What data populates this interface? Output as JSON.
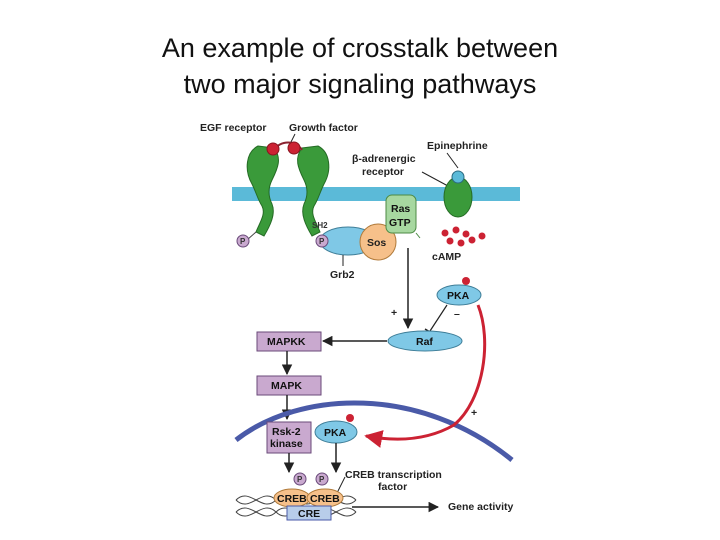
{
  "title": {
    "line1": "An example of crosstalk between",
    "line2": "two major signaling pathways"
  },
  "diagram": {
    "egf_receptor": "EGF receptor",
    "growth_factor": "Growth factor",
    "epinephrine": "Epinephrine",
    "beta_adrenergic_1": "β-adrenergic",
    "beta_adrenergic_2": "receptor",
    "ras": "Ras",
    "gtp": "GTP",
    "sh2": "SH2",
    "sos": "Sos",
    "grb2": "Grb2",
    "camp": "cAMP",
    "pka_top": "PKA",
    "plus_1": "+",
    "minus_1": "–",
    "raf": "Raf",
    "mapkk": "MAPKK",
    "mapk": "MAPK",
    "plus_2": "+",
    "rsk2_1": "Rsk-2",
    "rsk2_2": "kinase",
    "pka_nuclear": "PKA",
    "creb_tf_1": "CREB transcription",
    "creb_tf_2": "factor",
    "creb_1": "CREB",
    "creb_2": "CREB",
    "cre": "CRE",
    "gene_activity": "Gene activity",
    "p_marker": "P"
  },
  "colors": {
    "membrane": "#5bbad8",
    "receptor_green": "#3a9a3a",
    "ligand_red": "#cc2233",
    "kinase_box": "#c9a9cf",
    "kinase_border": "#6a4a7a",
    "raf_blue": "#7fc8e6",
    "sos_orange": "#f6c08a",
    "ras_green": "#a7d8a0",
    "nucleus_blue": "#4a5aa8",
    "crosstalk_arrow": "#cc2233"
  }
}
